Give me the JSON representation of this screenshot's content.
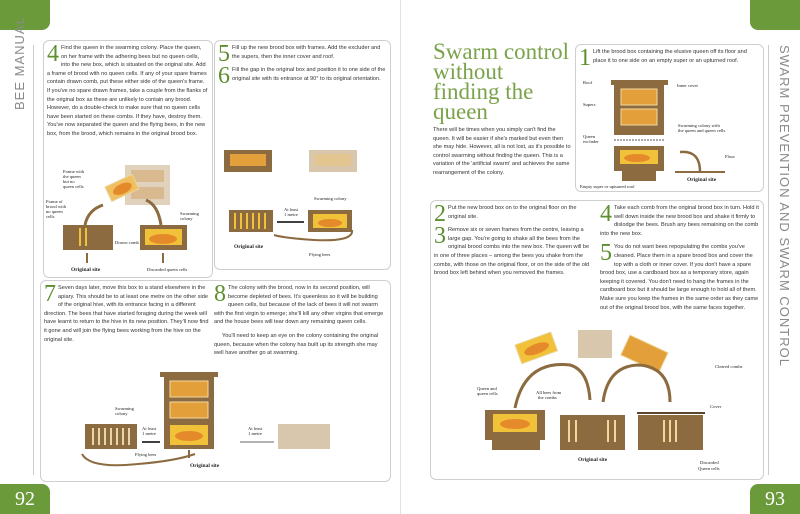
{
  "left_page": {
    "side_label": "BEE MANUAL",
    "page_number": "92",
    "step4": {
      "num": "4",
      "text": "Find the queen in the swarming colony. Place the queen, on her frame with the adhering bees but no queen cells, into the new box, which is situated on the original site. Add a frame of brood with no queen cells. If any of your spare frames contain drawn comb, put these either side of the queen's frame. If you've no spare drawn frames, take a couple from the flanks of the original box as these are unlikely to contain any brood. However, do a double-check to make sure that no queen cells have been started on these combs. If they have, destroy them. You've now separated the queen and the flying bees, in the new box, from the brood, which remains in the original brood box."
    },
    "step5": {
      "num": "5",
      "text": "Fill up the new brood box with frames. Add the excluder and the supers, then the inner cover and roof."
    },
    "step6": {
      "num": "6",
      "text": "Fill the gap in the original box and position it to one side of the original site with its entrance at 90° to its original orientation."
    },
    "step7": {
      "num": "7",
      "text": "Seven days later, move this box to a stand elsewhere in the apiary. This should be to at least one metre on the other side of the original hive, with its entrance facing in a different direction. The bees that have started foraging during the week will have learnt to return to the hive in its new position. They'll now find it gone and will join the flying bees working from the hive on the original site."
    },
    "step8": {
      "num": "8",
      "text": "The colony with the brood, now in its second position, will become depleted of bees. It's queenless so it will be building queen cells, but because of the lack of bees it will not swarm with the first virgin to emerge; she'll kill any other virgins that emerge and the house bees will tear down any remaining queen cells.",
      "text2": "You'll need to keep an eye on the colony containing the original queen, because when the colony has built up its strength she may well have another go at swarming."
    },
    "diagram4": {
      "frame_queen": [
        "Frame with",
        "the queen",
        "but no",
        "queen cells"
      ],
      "frame_brood": [
        "Frame of",
        "brood with",
        "no queen",
        "cells"
      ],
      "drawn_comb": "Drawn comb",
      "swarming_colony": [
        "Swarming",
        "colony"
      ],
      "original_site": "Original site",
      "discarded": "Discarded queen cells"
    },
    "diagram6": {
      "swarming_colony": "Swarming colony",
      "distance": [
        "At least",
        "1 metre"
      ],
      "original_site": "Original site",
      "flying_bees": "Flying bees"
    },
    "diagram7": {
      "swarming_colony": [
        "Swarming",
        "colony"
      ],
      "distance": [
        "At least",
        "1 metre"
      ],
      "distance2": [
        "At least",
        "1 metre"
      ],
      "flying_bees": "Flying bees",
      "original_site": "Original site"
    }
  },
  "right_page": {
    "side_label": "SWARM PREVENTION AND SWARM CONTROL",
    "page_number": "93",
    "title": "Swarm control without finding the queen",
    "intro": "There will be times when you simply can't find the queen. It will be easier if she's marked but even then she may hide. However, all is not lost, as it's possible to control swarming without finding the queen. This is a variation of the 'artificial swarm' and achieves the same rearrangement of the colony.",
    "step1": {
      "num": "1",
      "text": "Lift the brood box containing the elusive queen off its floor and place it to one side on an empty super or an upturned roof."
    },
    "step2": {
      "num": "2",
      "text": "Put the new brood box on to the original floor on the original site."
    },
    "step3": {
      "num": "3",
      "text": "Remove six or seven frames from the centre, leaving a large gap. You're going to shake all the bees from the original brood combs into the new box. The queen will be in one of three places – among the bees you shake from the combs, with those on the original floor, or on the side of the old brood box left behind when you removed the frames."
    },
    "step4": {
      "num": "4",
      "text": "Take each comb from the original brood box in turn. Hold it well down inside the new brood box and shake it firmly to dislodge the bees. Brush any bees remaining on the comb into the new box."
    },
    "step5": {
      "num": "5",
      "text": "You do not want bees repopulating the combs you've cleaned. Place them in a spare brood box and cover the top with a cloth or inner cover. If you don't have a spare brood box, use a cardboard box as a temporary store, again keeping it covered. You don't need to hang the frames in the cardboard box but it should be large enough to hold all of them. Make sure you keep the frames in the same order as they came out of the original brood box, with the same faces together."
    },
    "diagram1": {
      "roof": "Roof",
      "inner_cover": "Inner cover",
      "supers": "Supers",
      "queen_excluder": [
        "Queen",
        "excluder"
      ],
      "swarming_colony": [
        "Swarming colony with",
        "the queen and queen cells"
      ],
      "floor": "Floor",
      "original_site": "Original site",
      "empty_super": "Empty super or upturned roof"
    },
    "diagram3": {
      "cleared_combs": "Cleared combs",
      "queen_cells": [
        "Queen and",
        "queen cells"
      ],
      "all_bees": [
        "All bees from",
        "the combs"
      ],
      "cover": "Cover",
      "original_site": "Original site",
      "discarded": [
        "Discarded",
        "Queen cells"
      ]
    }
  },
  "colors": {
    "accent": "#6b9a3a",
    "hive_brown": "#8b6b3f",
    "comb_orange": "#e3a03a",
    "brood_yellow": "#f2c13a"
  }
}
